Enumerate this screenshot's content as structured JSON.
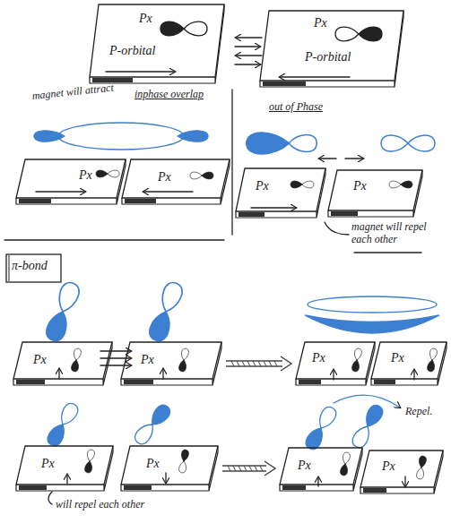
{
  "diagram": {
    "nodes": [
      {
        "text": [
          "Px",
          "P-orbital"
        ]
      },
      {
        "text": [
          "Px",
          "P-orbital"
        ]
      },
      {
        "text": [
          "Px"
        ]
      },
      {
        "text": [
          "Px"
        ]
      },
      {
        "text": [
          "Px"
        ]
      },
      {
        "text": [
          "Px"
        ]
      },
      {
        "text": [
          "π-bond"
        ]
      },
      {
        "text": [
          "Px"
        ]
      },
      {
        "text": [
          "Px"
        ]
      },
      {
        "text": [
          "Px"
        ]
      },
      {
        "text": [
          "Px"
        ]
      },
      {
        "text": [
          "Px"
        ]
      },
      {
        "text": [
          "Px"
        ]
      },
      {
        "text": [
          "Px"
        ]
      },
      {
        "text": [
          "Px"
        ]
      }
    ],
    "edges": [
      {
        "from": 8,
        "to": 9,
        "arrow": "to"
      },
      {
        "from": 12,
        "to": 13,
        "arrow": "to"
      }
    ],
    "labels": [
      "magnet will attract",
      "inphase overlap",
      "out of Phase",
      "magnet will repel each other",
      "will repel each other",
      "Repel."
    ]
  }
}
